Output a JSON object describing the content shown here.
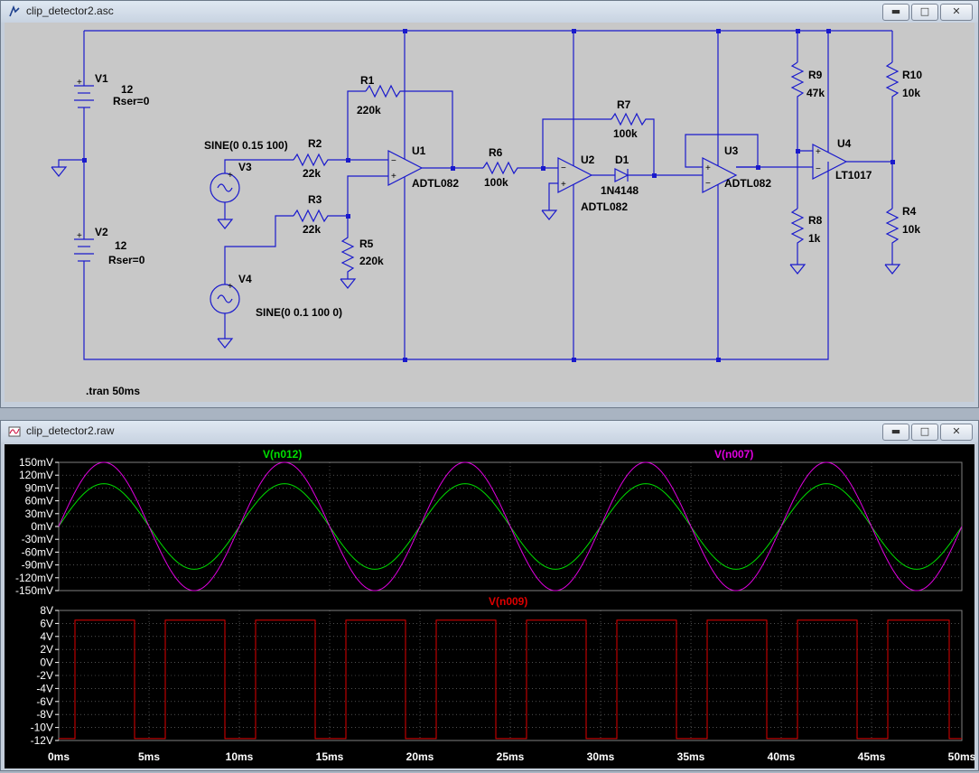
{
  "schematic_window": {
    "title": "clip_detector2.asc",
    "buttons": {
      "minimize": "▬",
      "maximize": "□",
      "close": "✕"
    },
    "directive": ".tran 50ms",
    "components": {
      "V1": {
        "name": "V1",
        "value": "12",
        "param": "Rser=0"
      },
      "V2": {
        "name": "V2",
        "value": "12",
        "param": "Rser=0"
      },
      "V3": {
        "name": "V3",
        "value": "SINE(0 0.15 100)"
      },
      "V4": {
        "name": "V4",
        "value": "SINE(0 0.1 100 0)"
      },
      "R1": {
        "name": "R1",
        "value": "220k"
      },
      "R2": {
        "name": "R2",
        "value": "22k"
      },
      "R3": {
        "name": "R3",
        "value": "22k"
      },
      "R4": {
        "name": "R4",
        "value": "10k"
      },
      "R5": {
        "name": "R5",
        "value": "220k"
      },
      "R6": {
        "name": "R6",
        "value": "100k"
      },
      "R7": {
        "name": "R7",
        "value": "100k"
      },
      "R8": {
        "name": "R8",
        "value": "1k"
      },
      "R9": {
        "name": "R9",
        "value": "47k"
      },
      "R10": {
        "name": "R10",
        "value": "10k"
      },
      "D1": {
        "name": "D1",
        "value": "1N4148"
      },
      "U1": {
        "name": "U1",
        "value": "ADTL082"
      },
      "U2": {
        "name": "U2",
        "value": "ADTL082"
      },
      "U3": {
        "name": "U3",
        "value": "ADTL082"
      },
      "U4": {
        "name": "U4",
        "value": "LT1017"
      }
    }
  },
  "waveform_window": {
    "title": "clip_detector2.raw",
    "buttons": {
      "minimize": "▬",
      "maximize": "□",
      "close": "✕"
    },
    "colors": {
      "background": "#000000",
      "grid": "#808080",
      "green": "#00e000",
      "magenta": "#e000e0",
      "red": "#e00000"
    },
    "x_ticks": [
      "0ms",
      "5ms",
      "10ms",
      "15ms",
      "20ms",
      "25ms",
      "30ms",
      "35ms",
      "40ms",
      "45ms",
      "50ms"
    ],
    "top_pane": {
      "y_ticks": [
        "150mV",
        "120mV",
        "90mV",
        "60mV",
        "30mV",
        "0mV",
        "-30mV",
        "-60mV",
        "-90mV",
        "-120mV",
        "-150mV"
      ]
    },
    "bottom_pane": {
      "y_ticks": [
        "8V",
        "6V",
        "4V",
        "2V",
        "0V",
        "-2V",
        "-4V",
        "-6V",
        "-8V",
        "-10V",
        "-12V"
      ]
    }
  },
  "chart_data": [
    {
      "type": "line",
      "xlabel": "",
      "ylabel": "",
      "xlim": [
        0,
        50
      ],
      "ylim": [
        -150,
        150
      ],
      "series": [
        {
          "name": "V(n012)",
          "color": "#00e000",
          "kind": "sine",
          "amplitude_mV": 100,
          "frequency_Hz": 100,
          "phase_deg": 0
        },
        {
          "name": "V(n007)",
          "color": "#e000e0",
          "kind": "sine",
          "amplitude_mV": 150,
          "frequency_Hz": 100,
          "phase_deg": 0
        }
      ]
    },
    {
      "type": "line",
      "xlabel": "",
      "ylabel": "",
      "xlim": [
        0,
        50
      ],
      "ylim": [
        -12,
        8
      ],
      "series": [
        {
          "name": "V(n009)",
          "color": "#e00000",
          "kind": "square",
          "high_V": 6.5,
          "low_V": -11.7,
          "pulses_ms": [
            [
              0.9,
              4.2
            ],
            [
              5.9,
              9.2
            ],
            [
              10.9,
              14.2
            ],
            [
              15.9,
              19.2
            ],
            [
              20.9,
              24.2
            ],
            [
              25.9,
              29.2
            ],
            [
              30.9,
              34.2
            ],
            [
              35.9,
              39.2
            ],
            [
              40.9,
              44.2
            ],
            [
              45.9,
              49.3
            ]
          ]
        }
      ]
    }
  ]
}
